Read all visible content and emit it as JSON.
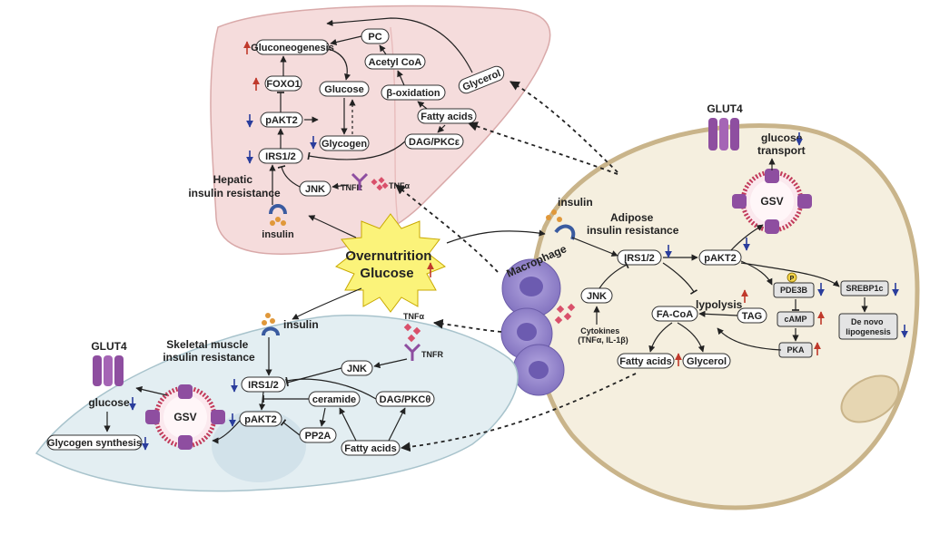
{
  "colors": {
    "liver": "#f5dcdc",
    "muscle": "#e3eef2",
    "adipose": "#f5efdf",
    "adipose_border": "#c9b48a",
    "glut4": "#8e4ea0",
    "gsv_ring": "#c23a5a",
    "burst": "#fbf37a",
    "macrophage": "#8f7fc6",
    "increase": "#c0392b",
    "decrease": "#2a3d9c"
  },
  "center": {
    "line1": "Overnutrition",
    "line2": "Glucose"
  },
  "liver": {
    "title_line1": "Hepatic",
    "title_line2": "insulin resistance",
    "insulin": "insulin",
    "gluconeogenesis": "Gluconeogenesis",
    "foxo1": "FOXO1",
    "pakt2": "pAKT2",
    "irs": "IRS1/2",
    "glucose": "Glucose",
    "glycogen": "Glycogen",
    "pc": "PC",
    "acetyl_coa": "Acetyl CoA",
    "beta_ox": "β-oxidation",
    "fatty_acids": "Fatty acids",
    "dag": "DAG/PKCε",
    "glycerol": "Glycerol",
    "jnk": "JNK",
    "tnfr": "TNFR",
    "tnfa": "TNFα"
  },
  "adipose": {
    "title_line1": "Adipose",
    "title_line2": "insulin resistance",
    "insulin": "insulin",
    "glut4": "GLUT4",
    "glucose_transport_line1": "glucose",
    "glucose_transport_line2": "transport",
    "gsv": "GSV",
    "irs": "IRS1/2",
    "pakt2": "pAKT2",
    "p_badge": "P",
    "pde3b": "PDE3B",
    "camp": "cAMP",
    "pka": "PKA",
    "srebp": "SREBP1c",
    "denovo_line1": "De novo",
    "denovo_line2": "lipogenesis",
    "jnk": "JNK",
    "cytokines_line1": "Cytokines",
    "cytokines_line2": "(TNFα, IL-1β)",
    "lipolysis": "lypolysis",
    "tag": "TAG",
    "facoa": "FA-CoA",
    "fatty_acids": "Fatty acids",
    "glycerol": "Glycerol",
    "macrophage": "Macrophage"
  },
  "muscle": {
    "title_line1": "Skeletal muscle",
    "title_line2": "insulin resistance",
    "insulin": "insulin",
    "glut4": "GLUT4",
    "glucose": "glucose",
    "glycogen_synthesis": "Glycogen synthesis",
    "gsv": "GSV",
    "irs": "IRS1/2",
    "pakt2": "pAKT2",
    "pp2a": "PP2A",
    "ceramide": "ceramide",
    "dag": "DAG/PKCθ",
    "jnk": "JNK",
    "tnfa": "TNFα",
    "tnfr": "TNFR",
    "fatty_acids": "Fatty acids"
  }
}
